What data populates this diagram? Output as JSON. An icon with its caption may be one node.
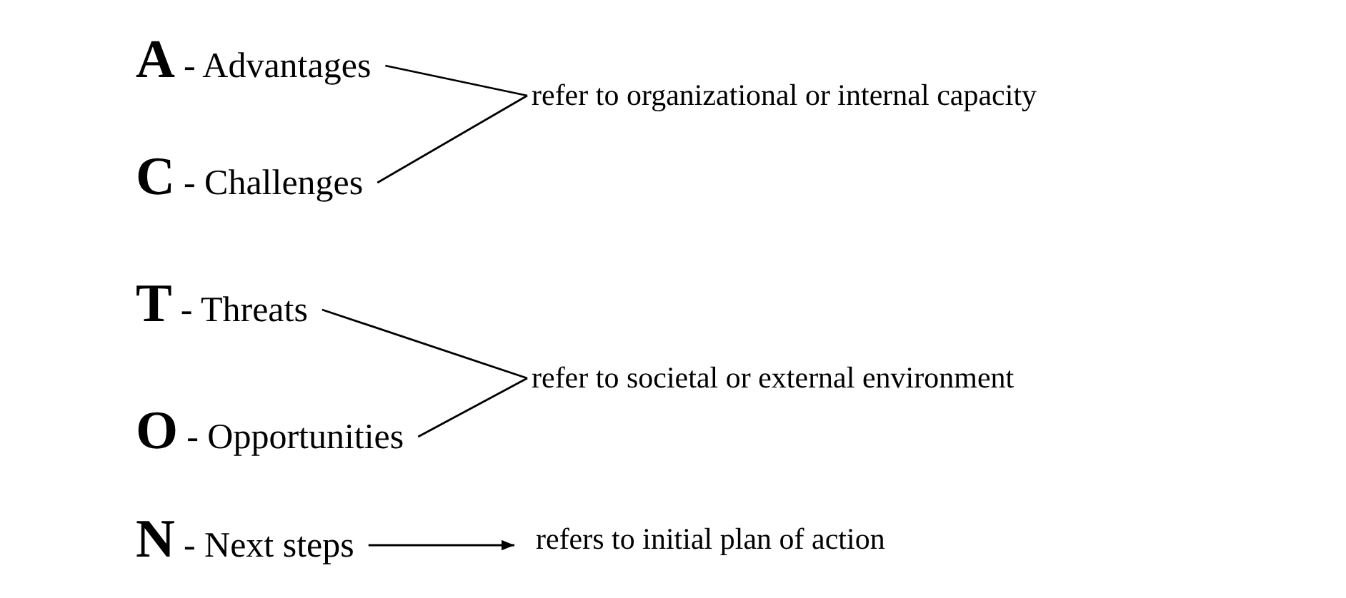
{
  "diagram": {
    "nodes": [
      {
        "text": [
          "A",
          "- Advantages"
        ]
      },
      {
        "text": [
          "refer to organizational or internal capacity"
        ]
      },
      {
        "text": [
          "C",
          "- Challenges"
        ]
      },
      {
        "text": [
          "T",
          "- Threats"
        ]
      },
      {
        "text": [
          "refer to societal or external environment"
        ]
      },
      {
        "text": [
          "O",
          "- Opportunities"
        ]
      },
      {
        "text": [
          "N",
          "- Next steps"
        ]
      },
      {
        "text": [
          "refers to initial plan of action"
        ]
      }
    ],
    "edges": [
      {
        "from": 0,
        "to": 1,
        "arrow": "none"
      },
      {
        "from": 2,
        "to": 1,
        "arrow": "none"
      },
      {
        "from": 3,
        "to": 4,
        "arrow": "none"
      },
      {
        "from": 5,
        "to": 4,
        "arrow": "none"
      },
      {
        "from": 6,
        "to": 7,
        "arrow": "to"
      }
    ]
  }
}
